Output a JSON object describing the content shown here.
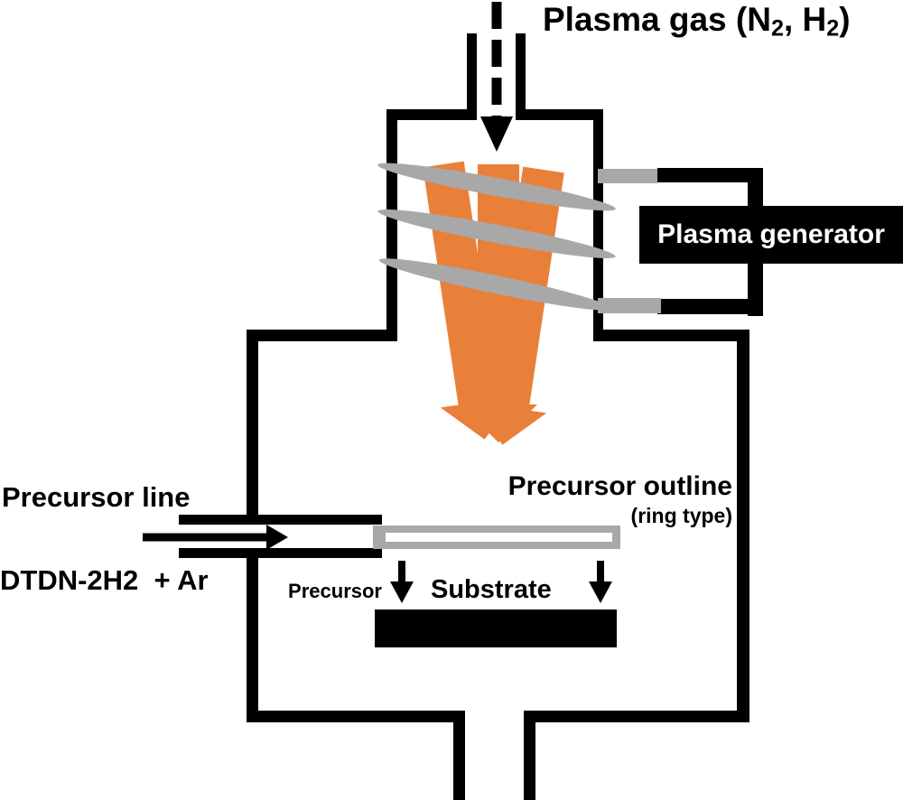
{
  "colors": {
    "black": "#000000",
    "gray": "#A8A8A8",
    "orange": "#E8803A",
    "white": "#FFFFFF"
  },
  "labels": {
    "plasma_gas": {
      "p1": "Plasma gas (N",
      "s1": "2",
      "p2": ", H",
      "s2": "2",
      "p3": ")"
    },
    "plasma_generator": "Plasma generator",
    "precursor_line": "Precursor line",
    "precursor_source": "DTDN-2H2  + Ar",
    "precursor_outline": "Precursor outline",
    "precursor_outline_sub": "(ring type)",
    "precursor": "Precursor",
    "substrate": "Substrate"
  }
}
